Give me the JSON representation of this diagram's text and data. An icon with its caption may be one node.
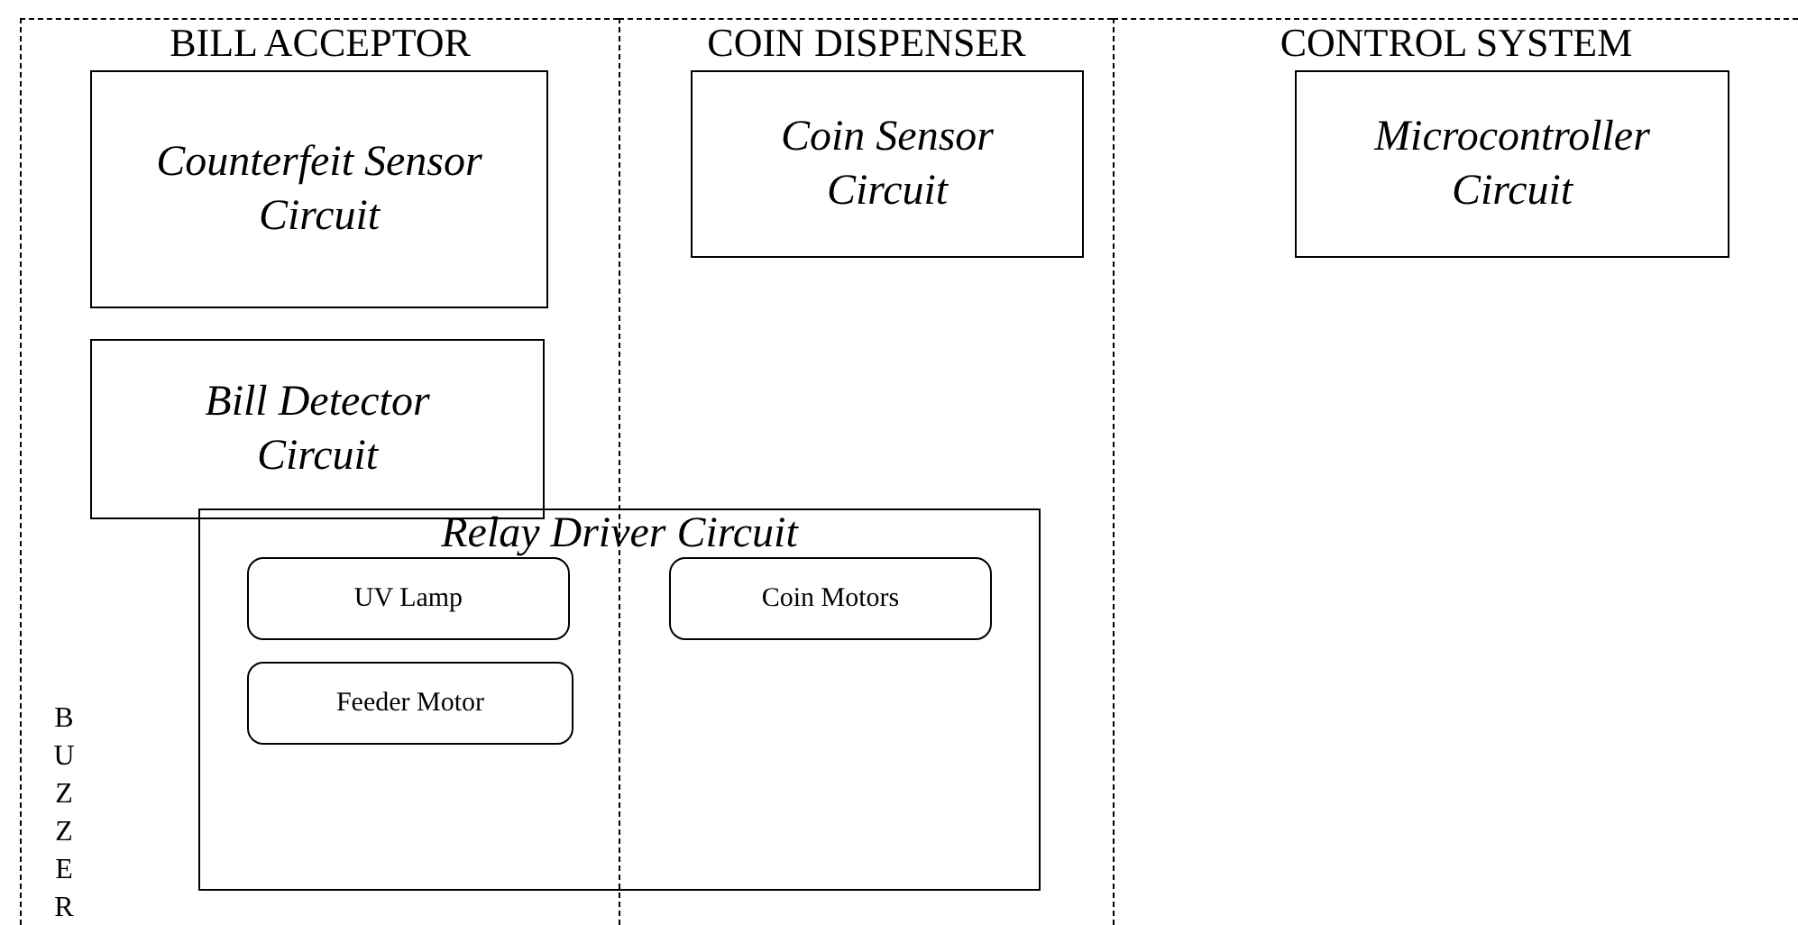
{
  "diagram": {
    "nodes": [
      {
        "text": [
          "BILL ACCEPTOR"
        ]
      },
      {
        "text": [
          "Counterfeit Sensor Circuit"
        ],
        "in": 0
      },
      {
        "text": [
          "Bill Detector Circuit"
        ],
        "in": 0
      },
      {
        "text": [
          "COIN DISPENSER"
        ]
      },
      {
        "text": [
          "Coin Sensor Circuit"
        ],
        "in": 3
      },
      {
        "text": [
          "CONTROL SYSTEM"
        ]
      },
      {
        "text": [
          "Microcontroller Circuit"
        ],
        "in": 5
      },
      {
        "text": [
          "Relay Driver Circuit"
        ]
      },
      {
        "text": [
          "UV Lamp"
        ]
      },
      {
        "text": [
          "Feeder Motor"
        ]
      },
      {
        "text": [
          "Coin Motors"
        ]
      }
    ],
    "edges": [],
    "labels": [
      "BUZZER"
    ]
  }
}
